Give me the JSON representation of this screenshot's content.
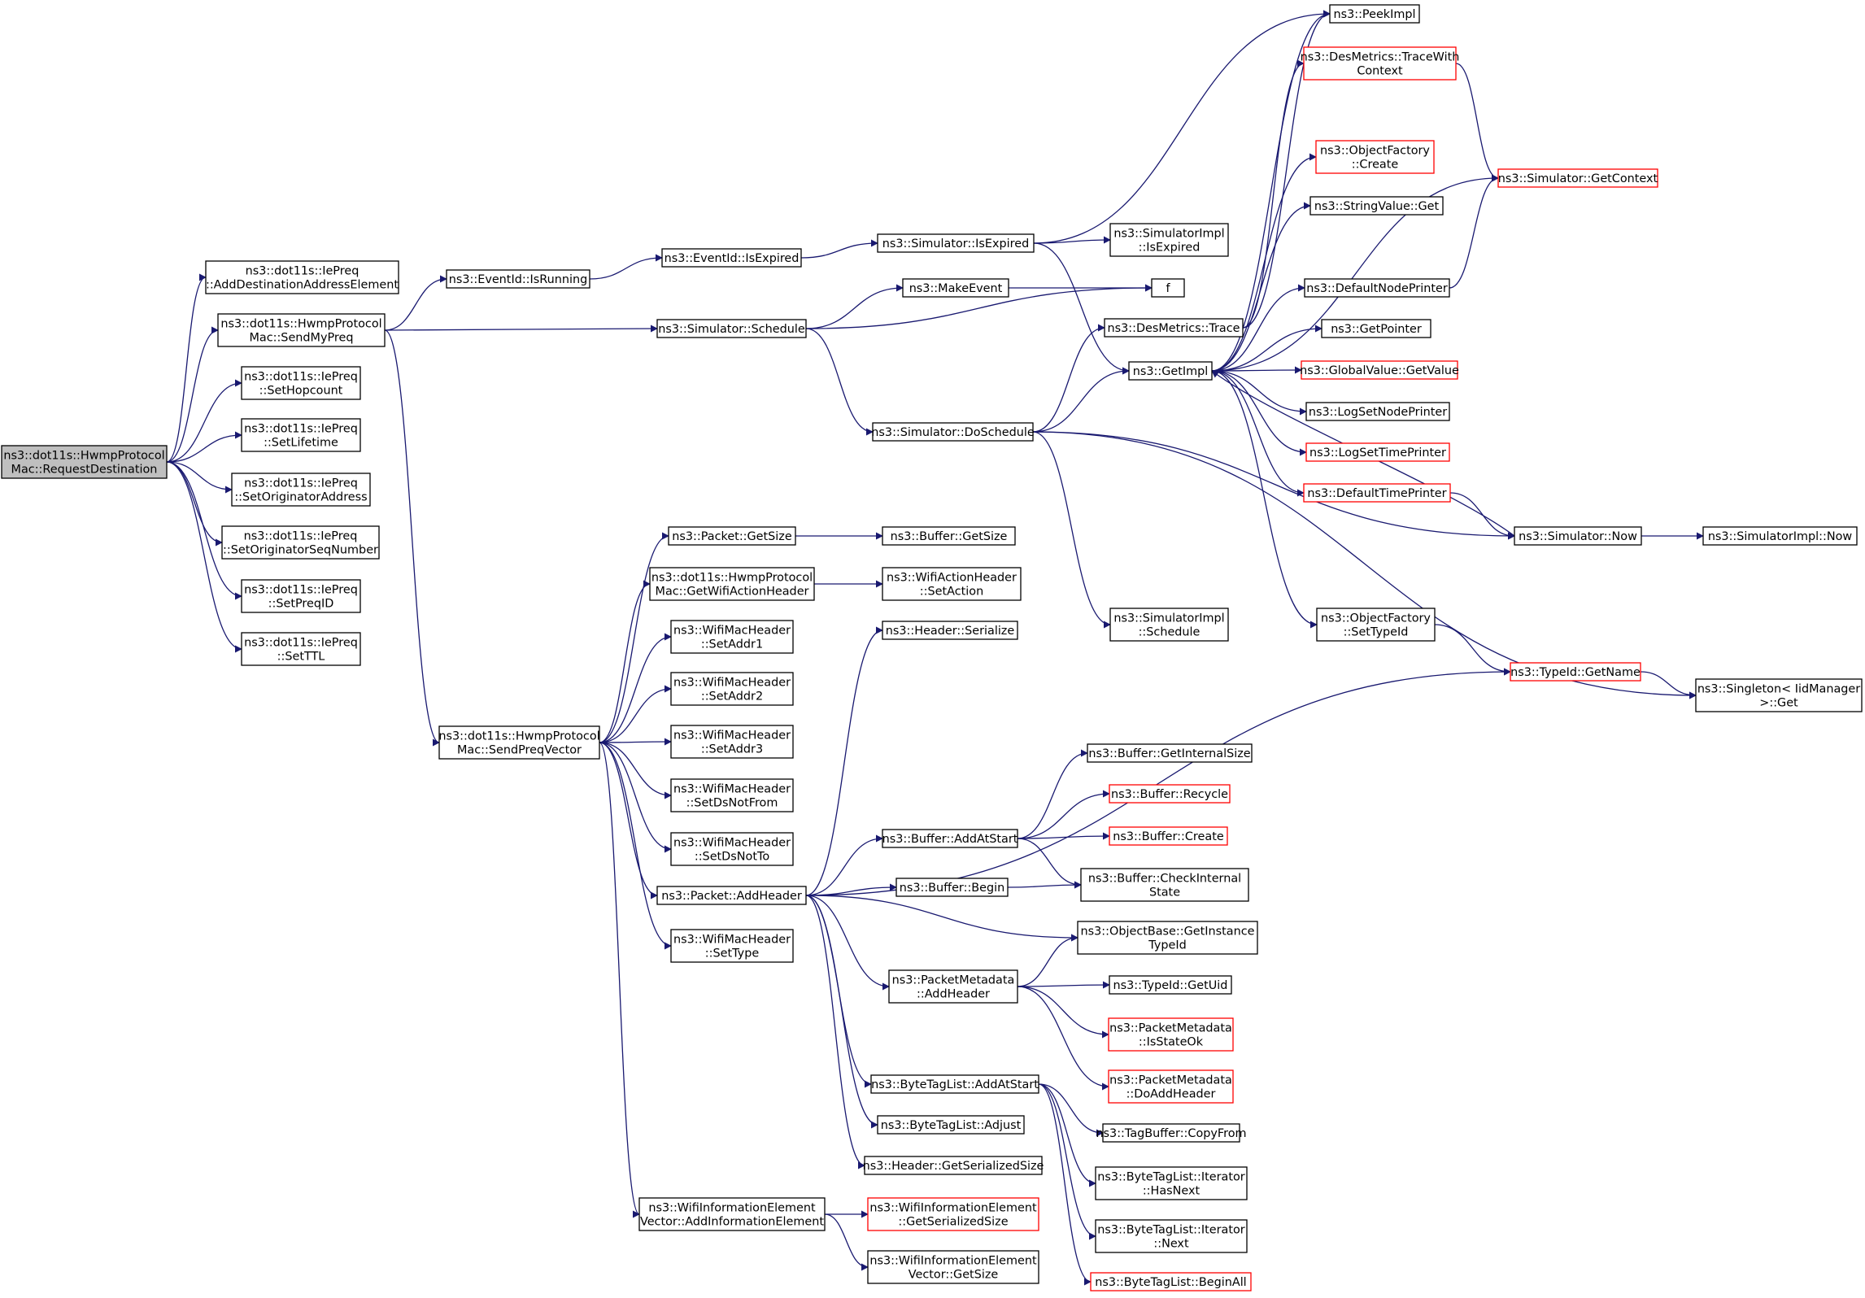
{
  "colors": {
    "edge": "#191970",
    "box_border": "#000000",
    "box_border_incomplete": "#ff0000",
    "root_fill": "#bfbfbf",
    "box_fill": "#ffffff"
  },
  "nodes": [
    {
      "id": "root",
      "lines": [
        "ns3::dot11s::HwmpProtocol",
        "Mac::RequestDestination"
      ],
      "style": "root"
    },
    {
      "id": "add_dest",
      "lines": [
        "ns3::dot11s::IePreq",
        "::AddDestinationAddressElement"
      ],
      "style": "normal"
    },
    {
      "id": "send_my_preq",
      "lines": [
        "ns3::dot11s::HwmpProtocol",
        "Mac::SendMyPreq"
      ],
      "style": "normal"
    },
    {
      "id": "set_hopcount",
      "lines": [
        "ns3::dot11s::IePreq",
        "::SetHopcount"
      ],
      "style": "normal"
    },
    {
      "id": "set_lifetime",
      "lines": [
        "ns3::dot11s::IePreq",
        "::SetLifetime"
      ],
      "style": "normal"
    },
    {
      "id": "set_orig_addr",
      "lines": [
        "ns3::dot11s::IePreq",
        "::SetOriginatorAddress"
      ],
      "style": "normal"
    },
    {
      "id": "set_orig_seq",
      "lines": [
        "ns3::dot11s::IePreq",
        "::SetOriginatorSeqNumber"
      ],
      "style": "normal"
    },
    {
      "id": "set_preqid",
      "lines": [
        "ns3::dot11s::IePreq",
        "::SetPreqID"
      ],
      "style": "normal"
    },
    {
      "id": "set_ttl",
      "lines": [
        "ns3::dot11s::IePreq",
        "::SetTTL"
      ],
      "style": "normal"
    },
    {
      "id": "send_preq_vector",
      "lines": [
        "ns3::dot11s::HwmpProtocol",
        "Mac::SendPreqVector"
      ],
      "style": "normal"
    },
    {
      "id": "event_isrunning",
      "lines": [
        "ns3::EventId::IsRunning"
      ],
      "style": "normal"
    },
    {
      "id": "sim_schedule",
      "lines": [
        "ns3::Simulator::Schedule"
      ],
      "style": "normal"
    },
    {
      "id": "event_isexpired",
      "lines": [
        "ns3::EventId::IsExpired"
      ],
      "style": "normal"
    },
    {
      "id": "sim_isexpired",
      "lines": [
        "ns3::Simulator::IsExpired"
      ],
      "style": "normal"
    },
    {
      "id": "make_event",
      "lines": [
        "ns3::MakeEvent"
      ],
      "style": "normal"
    },
    {
      "id": "sim_doschedule",
      "lines": [
        "ns3::Simulator::DoSchedule"
      ],
      "style": "normal"
    },
    {
      "id": "simimpl_isexpired",
      "lines": [
        "ns3::SimulatorImpl",
        "::IsExpired"
      ],
      "style": "normal"
    },
    {
      "id": "f",
      "lines": [
        "f"
      ],
      "style": "normal"
    },
    {
      "id": "desmetrics_trace",
      "lines": [
        "ns3::DesMetrics::Trace"
      ],
      "style": "normal"
    },
    {
      "id": "getimpl",
      "lines": [
        "ns3::GetImpl"
      ],
      "style": "normal"
    },
    {
      "id": "simimpl_schedule",
      "lines": [
        "ns3::SimulatorImpl",
        "::Schedule"
      ],
      "style": "normal"
    },
    {
      "id": "peekimpl",
      "lines": [
        "ns3::PeekImpl"
      ],
      "style": "normal"
    },
    {
      "id": "desmetrics_tracewith",
      "lines": [
        "ns3::DesMetrics::TraceWith",
        "Context"
      ],
      "style": "incomplete"
    },
    {
      "id": "objfactory_create",
      "lines": [
        "ns3::ObjectFactory",
        "::Create"
      ],
      "style": "incomplete"
    },
    {
      "id": "stringvalue_get",
      "lines": [
        "ns3::StringValue::Get"
      ],
      "style": "normal"
    },
    {
      "id": "default_node_printer",
      "lines": [
        "ns3::DefaultNodePrinter"
      ],
      "style": "normal"
    },
    {
      "id": "getpointer",
      "lines": [
        "ns3::GetPointer"
      ],
      "style": "normal"
    },
    {
      "id": "globalvalue_getvalue",
      "lines": [
        "ns3::GlobalValue::GetValue"
      ],
      "style": "incomplete"
    },
    {
      "id": "logsetnodeprinter",
      "lines": [
        "ns3::LogSetNodePrinter"
      ],
      "style": "normal"
    },
    {
      "id": "logsettimeprinter",
      "lines": [
        "ns3::LogSetTimePrinter"
      ],
      "style": "incomplete"
    },
    {
      "id": "default_time_printer",
      "lines": [
        "ns3::DefaultTimePrinter"
      ],
      "style": "incomplete"
    },
    {
      "id": "objfactory_settypeid",
      "lines": [
        "ns3::ObjectFactory",
        "::SetTypeId"
      ],
      "style": "normal"
    },
    {
      "id": "sim_getcontext",
      "lines": [
        "ns3::Simulator::GetContext"
      ],
      "style": "incomplete"
    },
    {
      "id": "sim_now",
      "lines": [
        "ns3::Simulator::Now"
      ],
      "style": "normal"
    },
    {
      "id": "simimpl_now",
      "lines": [
        "ns3::SimulatorImpl::Now"
      ],
      "style": "normal"
    },
    {
      "id": "typeid_getname",
      "lines": [
        "ns3::TypeId::GetName"
      ],
      "style": "incomplete"
    },
    {
      "id": "singleton_get",
      "lines": [
        "ns3::Singleton< IidManager",
        ">::Get"
      ],
      "style": "normal"
    },
    {
      "id": "packet_getsize",
      "lines": [
        "ns3::Packet::GetSize"
      ],
      "style": "normal"
    },
    {
      "id": "get_wifi_action_header",
      "lines": [
        "ns3::dot11s::HwmpProtocol",
        "Mac::GetWifiActionHeader"
      ],
      "style": "normal"
    },
    {
      "id": "set_addr1",
      "lines": [
        "ns3::WifiMacHeader",
        "::SetAddr1"
      ],
      "style": "normal"
    },
    {
      "id": "set_addr2",
      "lines": [
        "ns3::WifiMacHeader",
        "::SetAddr2"
      ],
      "style": "normal"
    },
    {
      "id": "set_addr3",
      "lines": [
        "ns3::WifiMacHeader",
        "::SetAddr3"
      ],
      "style": "normal"
    },
    {
      "id": "set_dsnotfrom",
      "lines": [
        "ns3::WifiMacHeader",
        "::SetDsNotFrom"
      ],
      "style": "normal"
    },
    {
      "id": "set_dsnotto",
      "lines": [
        "ns3::WifiMacHeader",
        "::SetDsNotTo"
      ],
      "style": "normal"
    },
    {
      "id": "packet_addheader",
      "lines": [
        "ns3::Packet::AddHeader"
      ],
      "style": "normal"
    },
    {
      "id": "set_type",
      "lines": [
        "ns3::WifiMacHeader",
        "::SetType"
      ],
      "style": "normal"
    },
    {
      "id": "add_info_element",
      "lines": [
        "ns3::WifiInformationElement",
        "Vector::AddInformationElement"
      ],
      "style": "normal"
    },
    {
      "id": "buffer_getsize",
      "lines": [
        "ns3::Buffer::GetSize"
      ],
      "style": "normal"
    },
    {
      "id": "wifiaction_setaction",
      "lines": [
        "ns3::WifiActionHeader",
        "::SetAction"
      ],
      "style": "normal"
    },
    {
      "id": "header_serialize",
      "lines": [
        "ns3::Header::Serialize"
      ],
      "style": "normal"
    },
    {
      "id": "buffer_addatstart",
      "lines": [
        "ns3::Buffer::AddAtStart"
      ],
      "style": "normal"
    },
    {
      "id": "buffer_begin",
      "lines": [
        "ns3::Buffer::Begin"
      ],
      "style": "normal"
    },
    {
      "id": "pm_addheader",
      "lines": [
        "ns3::PacketMetadata",
        "::AddHeader"
      ],
      "style": "normal"
    },
    {
      "id": "btl_addatstart",
      "lines": [
        "ns3::ByteTagList::AddAtStart"
      ],
      "style": "normal"
    },
    {
      "id": "btl_adjust",
      "lines": [
        "ns3::ByteTagList::Adjust"
      ],
      "style": "normal"
    },
    {
      "id": "header_getserializedsize",
      "lines": [
        "ns3::Header::GetSerializedSize"
      ],
      "style": "normal"
    },
    {
      "id": "wie_getserializedsize",
      "lines": [
        "ns3::WifiInformationElement",
        "::GetSerializedSize"
      ],
      "style": "incomplete"
    },
    {
      "id": "wiev_getsize",
      "lines": [
        "ns3::WifiInformationElement",
        "Vector::GetSize"
      ],
      "style": "normal"
    },
    {
      "id": "buffer_getinternalsize",
      "lines": [
        "ns3::Buffer::GetInternalSize"
      ],
      "style": "normal"
    },
    {
      "id": "buffer_recycle",
      "lines": [
        "ns3::Buffer::Recycle"
      ],
      "style": "incomplete"
    },
    {
      "id": "buffer_create",
      "lines": [
        "ns3::Buffer::Create"
      ],
      "style": "incomplete"
    },
    {
      "id": "buffer_checkinternal",
      "lines": [
        "ns3::Buffer::CheckInternal",
        "State"
      ],
      "style": "normal"
    },
    {
      "id": "objbase_getinstancetypeid",
      "lines": [
        "ns3::ObjectBase::GetInstance",
        "TypeId"
      ],
      "style": "normal"
    },
    {
      "id": "typeid_getuid",
      "lines": [
        "ns3::TypeId::GetUid"
      ],
      "style": "normal"
    },
    {
      "id": "pm_isstateok",
      "lines": [
        "ns3::PacketMetadata",
        "::IsStateOk"
      ],
      "style": "incomplete"
    },
    {
      "id": "pm_doaddheader",
      "lines": [
        "ns3::PacketMetadata",
        "::DoAddHeader"
      ],
      "style": "incomplete"
    },
    {
      "id": "tagbuffer_copyfrom",
      "lines": [
        "ns3::TagBuffer::CopyFrom"
      ],
      "style": "normal"
    },
    {
      "id": "btl_iter_hasnext",
      "lines": [
        "ns3::ByteTagList::Iterator",
        "::HasNext"
      ],
      "style": "normal"
    },
    {
      "id": "btl_iter_next",
      "lines": [
        "ns3::ByteTagList::Iterator",
        "::Next"
      ],
      "style": "normal"
    },
    {
      "id": "btl_beginall",
      "lines": [
        "ns3::ByteTagList::BeginAll"
      ],
      "style": "incomplete"
    }
  ],
  "edges": [
    [
      "root",
      "add_dest"
    ],
    [
      "root",
      "send_my_preq"
    ],
    [
      "root",
      "set_hopcount"
    ],
    [
      "root",
      "set_lifetime"
    ],
    [
      "root",
      "set_orig_addr"
    ],
    [
      "root",
      "set_orig_seq"
    ],
    [
      "root",
      "set_preqid"
    ],
    [
      "root",
      "set_ttl"
    ],
    [
      "send_my_preq",
      "event_isrunning"
    ],
    [
      "send_my_preq",
      "sim_schedule"
    ],
    [
      "send_my_preq",
      "send_preq_vector"
    ],
    [
      "event_isrunning",
      "event_isexpired"
    ],
    [
      "event_isexpired",
      "sim_isexpired"
    ],
    [
      "sim_isexpired",
      "peekimpl"
    ],
    [
      "sim_isexpired",
      "simimpl_isexpired"
    ],
    [
      "sim_isexpired",
      "getimpl"
    ],
    [
      "sim_schedule",
      "make_event"
    ],
    [
      "sim_schedule",
      "f"
    ],
    [
      "sim_schedule",
      "sim_doschedule"
    ],
    [
      "make_event",
      "f"
    ],
    [
      "sim_doschedule",
      "desmetrics_trace"
    ],
    [
      "sim_doschedule",
      "getimpl"
    ],
    [
      "sim_doschedule",
      "sim_now"
    ],
    [
      "sim_doschedule",
      "simimpl_schedule"
    ],
    [
      "sim_doschedule",
      "singleton_get"
    ],
    [
      "desmetrics_trace",
      "desmetrics_tracewith"
    ],
    [
      "desmetrics_trace",
      "peekimpl"
    ],
    [
      "desmetrics_tracewith",
      "sim_getcontext"
    ],
    [
      "getimpl",
      "peekimpl"
    ],
    [
      "getimpl",
      "objfactory_create"
    ],
    [
      "getimpl",
      "stringvalue_get"
    ],
    [
      "getimpl",
      "default_node_printer"
    ],
    [
      "getimpl",
      "getpointer"
    ],
    [
      "getimpl",
      "globalvalue_getvalue"
    ],
    [
      "getimpl",
      "logsetnodeprinter"
    ],
    [
      "getimpl",
      "logsettimeprinter"
    ],
    [
      "getimpl",
      "default_time_printer"
    ],
    [
      "getimpl",
      "objfactory_settypeid"
    ],
    [
      "getimpl",
      "sim_getcontext"
    ],
    [
      "default_node_printer",
      "sim_getcontext"
    ],
    [
      "default_time_printer",
      "sim_now"
    ],
    [
      "sim_now",
      "getimpl"
    ],
    [
      "sim_now",
      "simimpl_now"
    ],
    [
      "objfactory_settypeid",
      "typeid_getname"
    ],
    [
      "typeid_getname",
      "singleton_get"
    ],
    [
      "send_preq_vector",
      "packet_getsize"
    ],
    [
      "send_preq_vector",
      "get_wifi_action_header"
    ],
    [
      "send_preq_vector",
      "set_addr1"
    ],
    [
      "send_preq_vector",
      "set_addr2"
    ],
    [
      "send_preq_vector",
      "set_addr3"
    ],
    [
      "send_preq_vector",
      "set_dsnotfrom"
    ],
    [
      "send_preq_vector",
      "set_dsnotto"
    ],
    [
      "send_preq_vector",
      "packet_addheader"
    ],
    [
      "send_preq_vector",
      "set_type"
    ],
    [
      "send_preq_vector",
      "add_info_element"
    ],
    [
      "packet_getsize",
      "buffer_getsize"
    ],
    [
      "get_wifi_action_header",
      "wifiaction_setaction"
    ],
    [
      "packet_addheader",
      "header_serialize"
    ],
    [
      "packet_addheader",
      "typeid_getname"
    ],
    [
      "packet_addheader",
      "buffer_addatstart"
    ],
    [
      "packet_addheader",
      "buffer_begin"
    ],
    [
      "packet_addheader",
      "objbase_getinstancetypeid"
    ],
    [
      "packet_addheader",
      "pm_addheader"
    ],
    [
      "packet_addheader",
      "btl_addatstart"
    ],
    [
      "packet_addheader",
      "btl_adjust"
    ],
    [
      "packet_addheader",
      "header_getserializedsize"
    ],
    [
      "buffer_addatstart",
      "buffer_getinternalsize"
    ],
    [
      "buffer_addatstart",
      "buffer_recycle"
    ],
    [
      "buffer_addatstart",
      "buffer_create"
    ],
    [
      "buffer_addatstart",
      "buffer_checkinternal"
    ],
    [
      "buffer_begin",
      "buffer_checkinternal"
    ],
    [
      "pm_addheader",
      "objbase_getinstancetypeid"
    ],
    [
      "pm_addheader",
      "typeid_getuid"
    ],
    [
      "pm_addheader",
      "pm_isstateok"
    ],
    [
      "pm_addheader",
      "pm_doaddheader"
    ],
    [
      "btl_addatstart",
      "tagbuffer_copyfrom"
    ],
    [
      "btl_addatstart",
      "btl_iter_hasnext"
    ],
    [
      "btl_addatstart",
      "btl_iter_next"
    ],
    [
      "btl_addatstart",
      "btl_beginall"
    ],
    [
      "add_info_element",
      "wie_getserializedsize"
    ],
    [
      "add_info_element",
      "wiev_getsize"
    ]
  ]
}
